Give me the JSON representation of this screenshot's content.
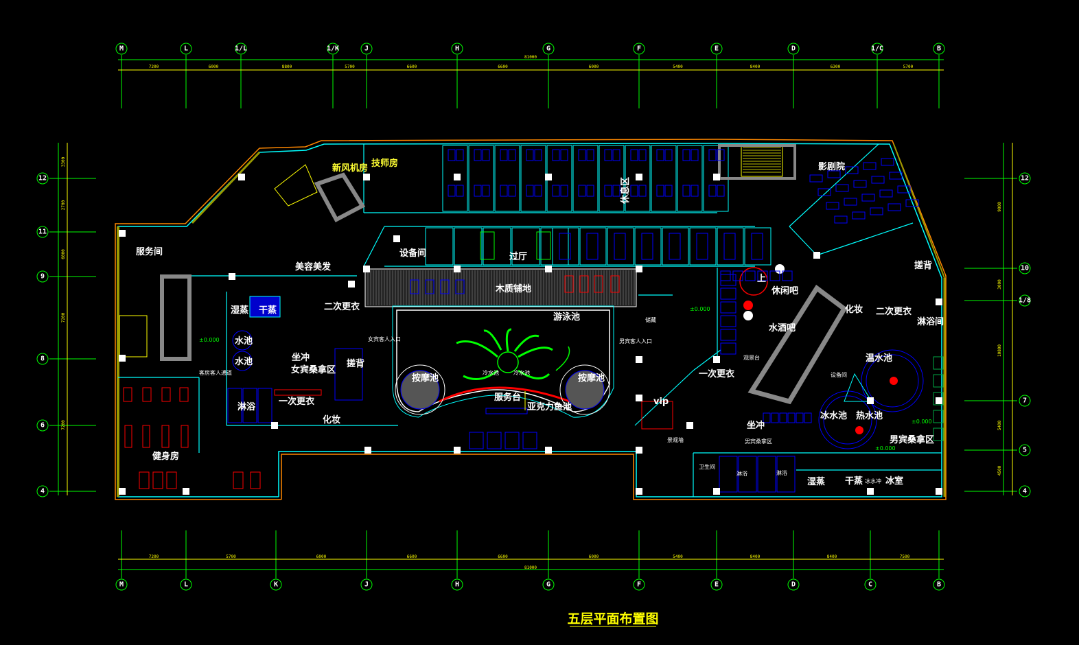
{
  "title": "五层平面布置图",
  "colors": {
    "background": "#000000",
    "wall": "#00ffff",
    "grid": "#00ff00",
    "dimension": "#ffff00",
    "furniture": "#0000ff",
    "accent": "#ff0000",
    "outer_wall": "#ff8800"
  },
  "axes": {
    "top": [
      "M",
      "L",
      "1/L",
      "1/K",
      "J",
      "H",
      "G",
      "F",
      "E",
      "D",
      "1/C",
      "B"
    ],
    "bottom": [
      "M",
      "L",
      "K",
      "J",
      "H",
      "G",
      "F",
      "E",
      "D",
      "C",
      "B"
    ],
    "left": [
      "12",
      "11",
      "9",
      "8",
      "6",
      "4"
    ],
    "right": [
      "12",
      "10",
      "1/8",
      "7",
      "5",
      "4"
    ]
  },
  "dimensions": {
    "top": [
      "7200",
      "6000",
      "8800",
      "5700",
      "6600",
      "6600",
      "6000",
      "5400",
      "8400",
      "6300",
      "5700"
    ],
    "top_total": "81000",
    "bottom": [
      "7200",
      "5700",
      "6000",
      "6600",
      "6600",
      "6000",
      "5400",
      "8400",
      "8400",
      "7500"
    ],
    "bottom_total": "81000",
    "left": [
      "3300",
      "2700",
      "6000",
      "7200",
      "7200"
    ],
    "right": [
      "9000",
      "3000",
      "10800",
      "5400",
      "4500"
    ]
  },
  "rooms": [
    "新风机房",
    "技师房",
    "影剧院",
    "休息区",
    "服务间",
    "设备间",
    "过厅",
    "美容美发",
    "木质铺地",
    "休闲吧",
    "化妆",
    "二次更衣",
    "淋浴间",
    "二次更衣",
    "湿蒸",
    "干蒸",
    "游泳池",
    "水酒吧",
    "水池",
    "水池",
    "坐冲",
    "女宾桑拿区",
    "搓背",
    "温水池",
    "设备间",
    "一次更衣",
    "按摩池",
    "按摩池",
    "服务台",
    "亚克力鱼池",
    "vip",
    "淋浴",
    "一次更衣",
    "化妆",
    "冰水池",
    "热水池",
    "坐冲",
    "男宾桑拿区",
    "男宾桑拿区",
    "健身房",
    "搓背",
    "卫生间",
    "淋浴",
    "淋浴",
    "湿蒸",
    "干蒸",
    "冰室",
    "观景台",
    "景观墙",
    "上"
  ],
  "small_labels": [
    "女宾客人入口",
    "男宾客人入口",
    "客房客人通道",
    "冷水池",
    "冷水池",
    "±0.000",
    "±0.000",
    "±0.000",
    "±0.000",
    "储藏",
    "冰水冲"
  ]
}
